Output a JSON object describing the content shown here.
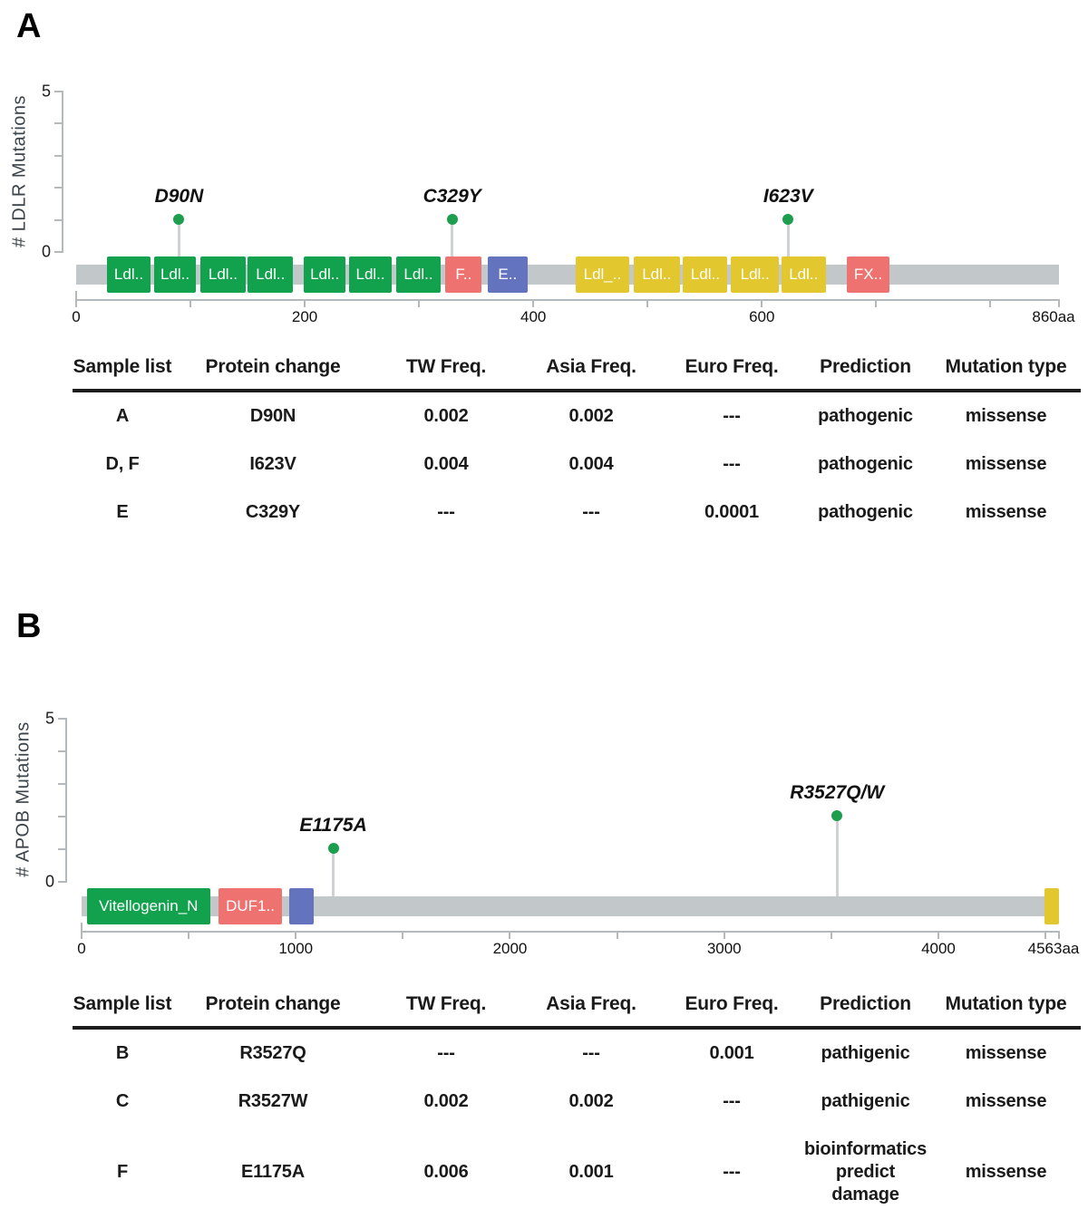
{
  "figure": {
    "panel_a_label": "A",
    "panel_b_label": "B"
  },
  "colors": {
    "domain_green": "#12a24e",
    "domain_pink": "#ee7370",
    "domain_blue": "#6473be",
    "domain_yellow": "#e3c72e",
    "track_gray": "#c2c7ca",
    "stem_gray": "#ced2d4",
    "dot_green": "#1d9e4e"
  },
  "chart_data": [
    {
      "type": "lollipop",
      "panel": "A",
      "gene": "LDLR",
      "ylabel": "# LDLR Mutations",
      "ylim": [
        0,
        5
      ],
      "ytick_top_label": "5",
      "ytick_bottom_label": "0",
      "protein_length_aa": 860,
      "x_major_ticks": [
        0,
        200,
        400,
        600
      ],
      "x_minor_step": 100,
      "x_end_label": "860aa",
      "mutations": [
        {
          "label": "D90N",
          "position_aa": 90,
          "count": 1
        },
        {
          "label": "C329Y",
          "position_aa": 329,
          "count": 1
        },
        {
          "label": "I623V",
          "position_aa": 623,
          "count": 1
        }
      ],
      "domains": [
        {
          "label": "Ldl..",
          "start_aa": 27,
          "end_aa": 65,
          "color_key": "domain_green"
        },
        {
          "label": "Ldl..",
          "start_aa": 68,
          "end_aa": 105,
          "color_key": "domain_green"
        },
        {
          "label": "Ldl..",
          "start_aa": 109,
          "end_aa": 148,
          "color_key": "domain_green"
        },
        {
          "label": "Ldl..",
          "start_aa": 150,
          "end_aa": 190,
          "color_key": "domain_green"
        },
        {
          "label": "Ldl..",
          "start_aa": 199,
          "end_aa": 236,
          "color_key": "domain_green"
        },
        {
          "label": "Ldl..",
          "start_aa": 239,
          "end_aa": 276,
          "color_key": "domain_green"
        },
        {
          "label": "Ldl..",
          "start_aa": 280,
          "end_aa": 319,
          "color_key": "domain_green"
        },
        {
          "label": "F..",
          "start_aa": 323,
          "end_aa": 355,
          "color_key": "domain_pink"
        },
        {
          "label": "E..",
          "start_aa": 360,
          "end_aa": 395,
          "color_key": "domain_blue"
        },
        {
          "label": "Ldl_..",
          "start_aa": 437,
          "end_aa": 484,
          "color_key": "domain_yellow"
        },
        {
          "label": "Ldl..",
          "start_aa": 488,
          "end_aa": 528,
          "color_key": "domain_yellow"
        },
        {
          "label": "Ldl..",
          "start_aa": 531,
          "end_aa": 570,
          "color_key": "domain_yellow"
        },
        {
          "label": "Ldl..",
          "start_aa": 573,
          "end_aa": 615,
          "color_key": "domain_yellow"
        },
        {
          "label": "Ldl..",
          "start_aa": 617,
          "end_aa": 656,
          "color_key": "domain_yellow"
        },
        {
          "label": "FX..",
          "start_aa": 674,
          "end_aa": 712,
          "color_key": "domain_pink"
        }
      ]
    },
    {
      "type": "lollipop",
      "panel": "B",
      "gene": "APOB",
      "ylabel": "# APOB Mutations",
      "ylim": [
        0,
        5
      ],
      "ytick_top_label": "5",
      "ytick_bottom_label": "0",
      "protein_length_aa": 4563,
      "x_major_ticks": [
        0,
        1000,
        2000,
        3000,
        4000
      ],
      "x_minor_step": 500,
      "x_end_label": "4563aa",
      "mutations": [
        {
          "label": "E1175A",
          "position_aa": 1175,
          "count": 1
        },
        {
          "label": "R3527Q/W",
          "position_aa": 3527,
          "count": 2
        }
      ],
      "domains": [
        {
          "label": "Vitellogenin_N",
          "start_aa": 25,
          "end_aa": 600,
          "color_key": "domain_green"
        },
        {
          "label": "DUF1..",
          "start_aa": 640,
          "end_aa": 935,
          "color_key": "domain_pink"
        },
        {
          "label": "",
          "start_aa": 970,
          "end_aa": 1085,
          "color_key": "domain_blue"
        },
        {
          "label": "",
          "start_aa": 4495,
          "end_aa": 4563,
          "color_key": "domain_yellow"
        }
      ]
    }
  ],
  "tables": [
    {
      "headers": [
        "Sample list",
        "Protein change",
        "TW Freq.",
        "Asia Freq.",
        "Euro Freq.",
        "Prediction",
        "Mutation type"
      ],
      "rows": [
        [
          "A",
          "D90N",
          "0.002",
          "0.002",
          "---",
          "pathogenic",
          "missense"
        ],
        [
          "D, F",
          "I623V",
          "0.004",
          "0.004",
          "---",
          "pathogenic",
          "missense"
        ],
        [
          "E",
          "C329Y",
          "---",
          "---",
          "0.0001",
          "pathogenic",
          "missense"
        ]
      ]
    },
    {
      "headers": [
        "Sample list",
        "Protein change",
        "TW Freq.",
        "Asia Freq.",
        "Euro Freq.",
        "Prediction",
        "Mutation type"
      ],
      "rows": [
        [
          "B",
          "R3527Q",
          "---",
          "---",
          "0.001",
          "pathigenic",
          "missense"
        ],
        [
          "C",
          "R3527W",
          "0.002",
          "0.002",
          "---",
          "pathigenic",
          "missense"
        ],
        [
          "F",
          "E1175A",
          "0.006",
          "0.001",
          "---",
          "bioinformatics\npredict damage",
          "missense"
        ]
      ]
    }
  ]
}
